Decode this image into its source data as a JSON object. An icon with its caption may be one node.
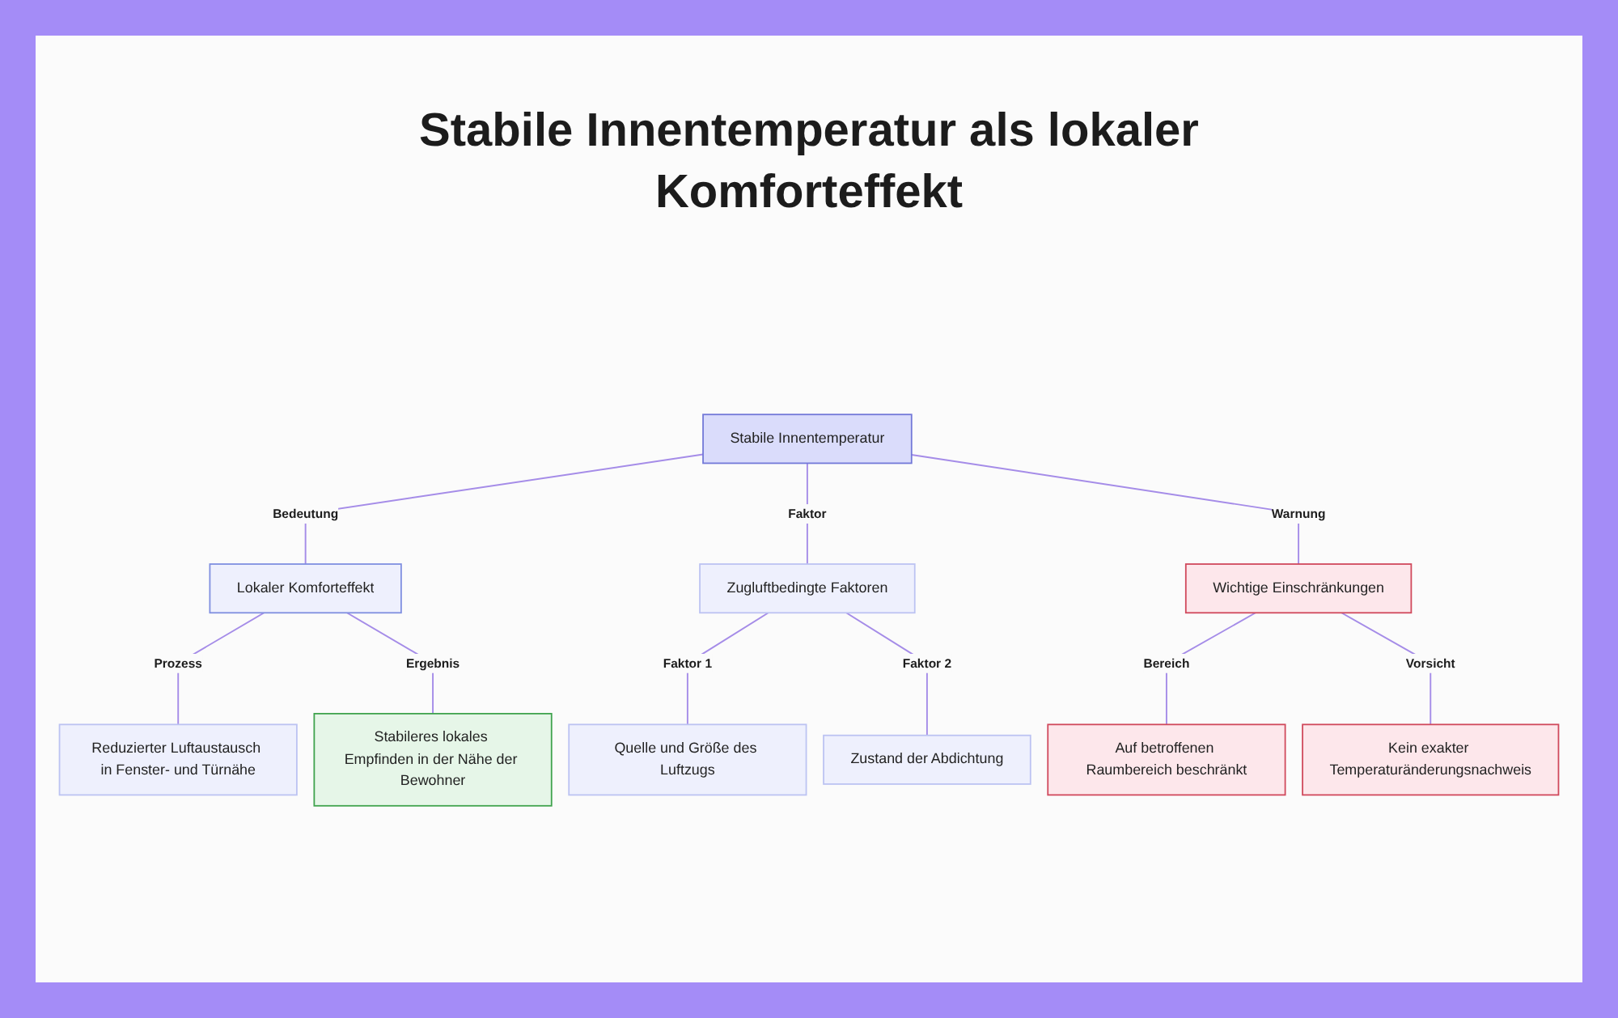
{
  "diagram": {
    "title": "Stabile Innentemperatur als lokaler Komforteffekt",
    "nodes": [
      {
        "text": [
          "Stabile Innentemperatur"
        ]
      },
      {
        "text": [
          "Lokaler Komforteffekt"
        ]
      },
      {
        "text": [
          "Zugluftbedingte Faktoren"
        ]
      },
      {
        "text": [
          "Wichtige Einschränkungen"
        ]
      },
      {
        "text": [
          "Reduzierter Luftaustausch in Fenster- und Türnähe"
        ]
      },
      {
        "text": [
          "Stabileres lokales Empfinden in der Nähe der Bewohner"
        ]
      },
      {
        "text": [
          "Quelle und Größe des Luftzugs"
        ]
      },
      {
        "text": [
          "Zustand der Abdichtung"
        ]
      },
      {
        "text": [
          "Auf betroffenen Raumbereich beschränkt"
        ]
      },
      {
        "text": [
          "Kein exakter Temperaturänderungsnachweis"
        ]
      }
    ],
    "edges": [
      {
        "from": 0,
        "to": 1,
        "label": "Bedeutung",
        "arrow": "none"
      },
      {
        "from": 0,
        "to": 2,
        "label": "Faktor",
        "arrow": "none"
      },
      {
        "from": 0,
        "to": 3,
        "label": "Warnung",
        "arrow": "none"
      },
      {
        "from": 1,
        "to": 4,
        "label": "Prozess",
        "arrow": "none"
      },
      {
        "from": 1,
        "to": 5,
        "label": "Ergebnis",
        "arrow": "none"
      },
      {
        "from": 2,
        "to": 6,
        "label": "Faktor 1",
        "arrow": "none"
      },
      {
        "from": 2,
        "to": 7,
        "label": "Faktor 2",
        "arrow": "none"
      },
      {
        "from": 3,
        "to": 8,
        "label": "Bereich",
        "arrow": "none"
      },
      {
        "from": 3,
        "to": 9,
        "label": "Vorsicht",
        "arrow": "none"
      }
    ]
  }
}
